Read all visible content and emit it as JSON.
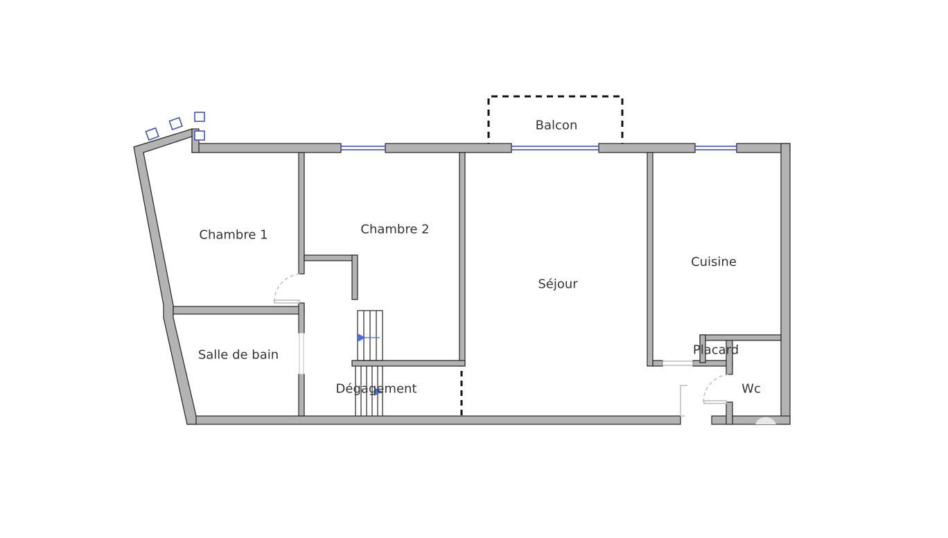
{
  "plan": {
    "rooms": [
      {
        "id": "chambre-1",
        "label": "Chambre 1"
      },
      {
        "id": "chambre-2",
        "label": "Chambre 2"
      },
      {
        "id": "sejour",
        "label": "Séjour"
      },
      {
        "id": "cuisine",
        "label": "Cuisine"
      },
      {
        "id": "salle-de-bain",
        "label": "Salle de bain"
      },
      {
        "id": "degagement",
        "label": "Dégagement"
      },
      {
        "id": "placard",
        "label": "Placard"
      },
      {
        "id": "wc",
        "label": "Wc"
      },
      {
        "id": "balcon",
        "label": "Balcon"
      }
    ],
    "colors": {
      "wall": "#b3b3b3",
      "outline": "#222222",
      "window": "#3344cc",
      "stair_arrow": "#4a6fd6"
    }
  }
}
